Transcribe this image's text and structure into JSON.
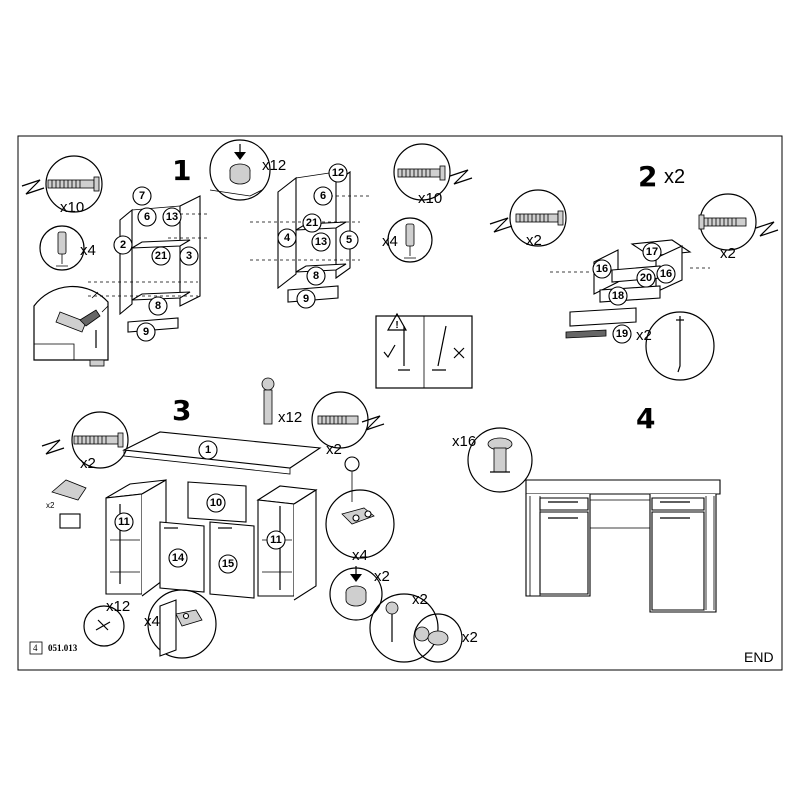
{
  "steps": [
    {
      "number": "1",
      "parts": [
        "7",
        "6",
        "13",
        "2",
        "21",
        "3",
        "8",
        "9",
        "12",
        "6",
        "21",
        "13",
        "4",
        "5",
        "8",
        "9"
      ],
      "quantities": [
        "x10",
        "x4",
        "x12",
        "x10",
        "x4"
      ]
    },
    {
      "number": "2",
      "multiplier": "x2",
      "parts": [
        "17",
        "16",
        "20",
        "16",
        "18",
        "19"
      ],
      "quantities": [
        "x2",
        "x2",
        "x2"
      ]
    },
    {
      "number": "3",
      "parts": [
        "1",
        "10",
        "11",
        "14",
        "15",
        "11"
      ],
      "quantities": [
        "x2",
        "x12",
        "x2",
        "x2",
        "x4",
        "x12",
        "x4",
        "x2",
        "x2",
        "x2"
      ]
    },
    {
      "number": "4",
      "quantities": [
        "x16"
      ]
    }
  ],
  "footer": {
    "page": "4",
    "code": "051.013"
  },
  "end_label": "END",
  "icons": [
    "screw-icon",
    "screwdriver-icon",
    "dowel-icon",
    "cam-lock-icon",
    "hammer-icon",
    "warning-icon",
    "hinge-icon",
    "check-mark-icon",
    "cross-mark-icon"
  ]
}
